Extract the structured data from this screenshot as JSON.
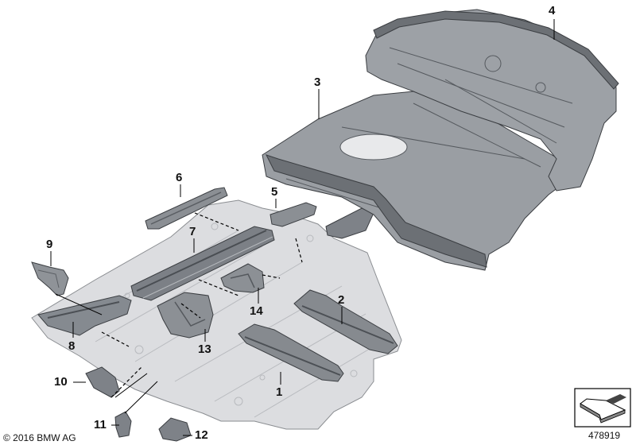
{
  "colors": {
    "floor_fill": "#d9dadc",
    "part_fill": "#8e9297",
    "dark_fill": "#5b5f64",
    "outline": "#3b3e42",
    "leader": "#000000"
  },
  "callouts": {
    "c1": "1",
    "c2": "2",
    "c3": "3",
    "c4": "4",
    "c5": "5",
    "c6": "6",
    "c7": "7",
    "c8": "8",
    "c9": "9",
    "c10": "10",
    "c11": "11",
    "c12": "12",
    "c13": "13",
    "c14": "14"
  },
  "copyright": "© 2016 BMW AG",
  "diagram_id": "478919",
  "icons": {
    "badge": "direction-arrow-icon"
  }
}
